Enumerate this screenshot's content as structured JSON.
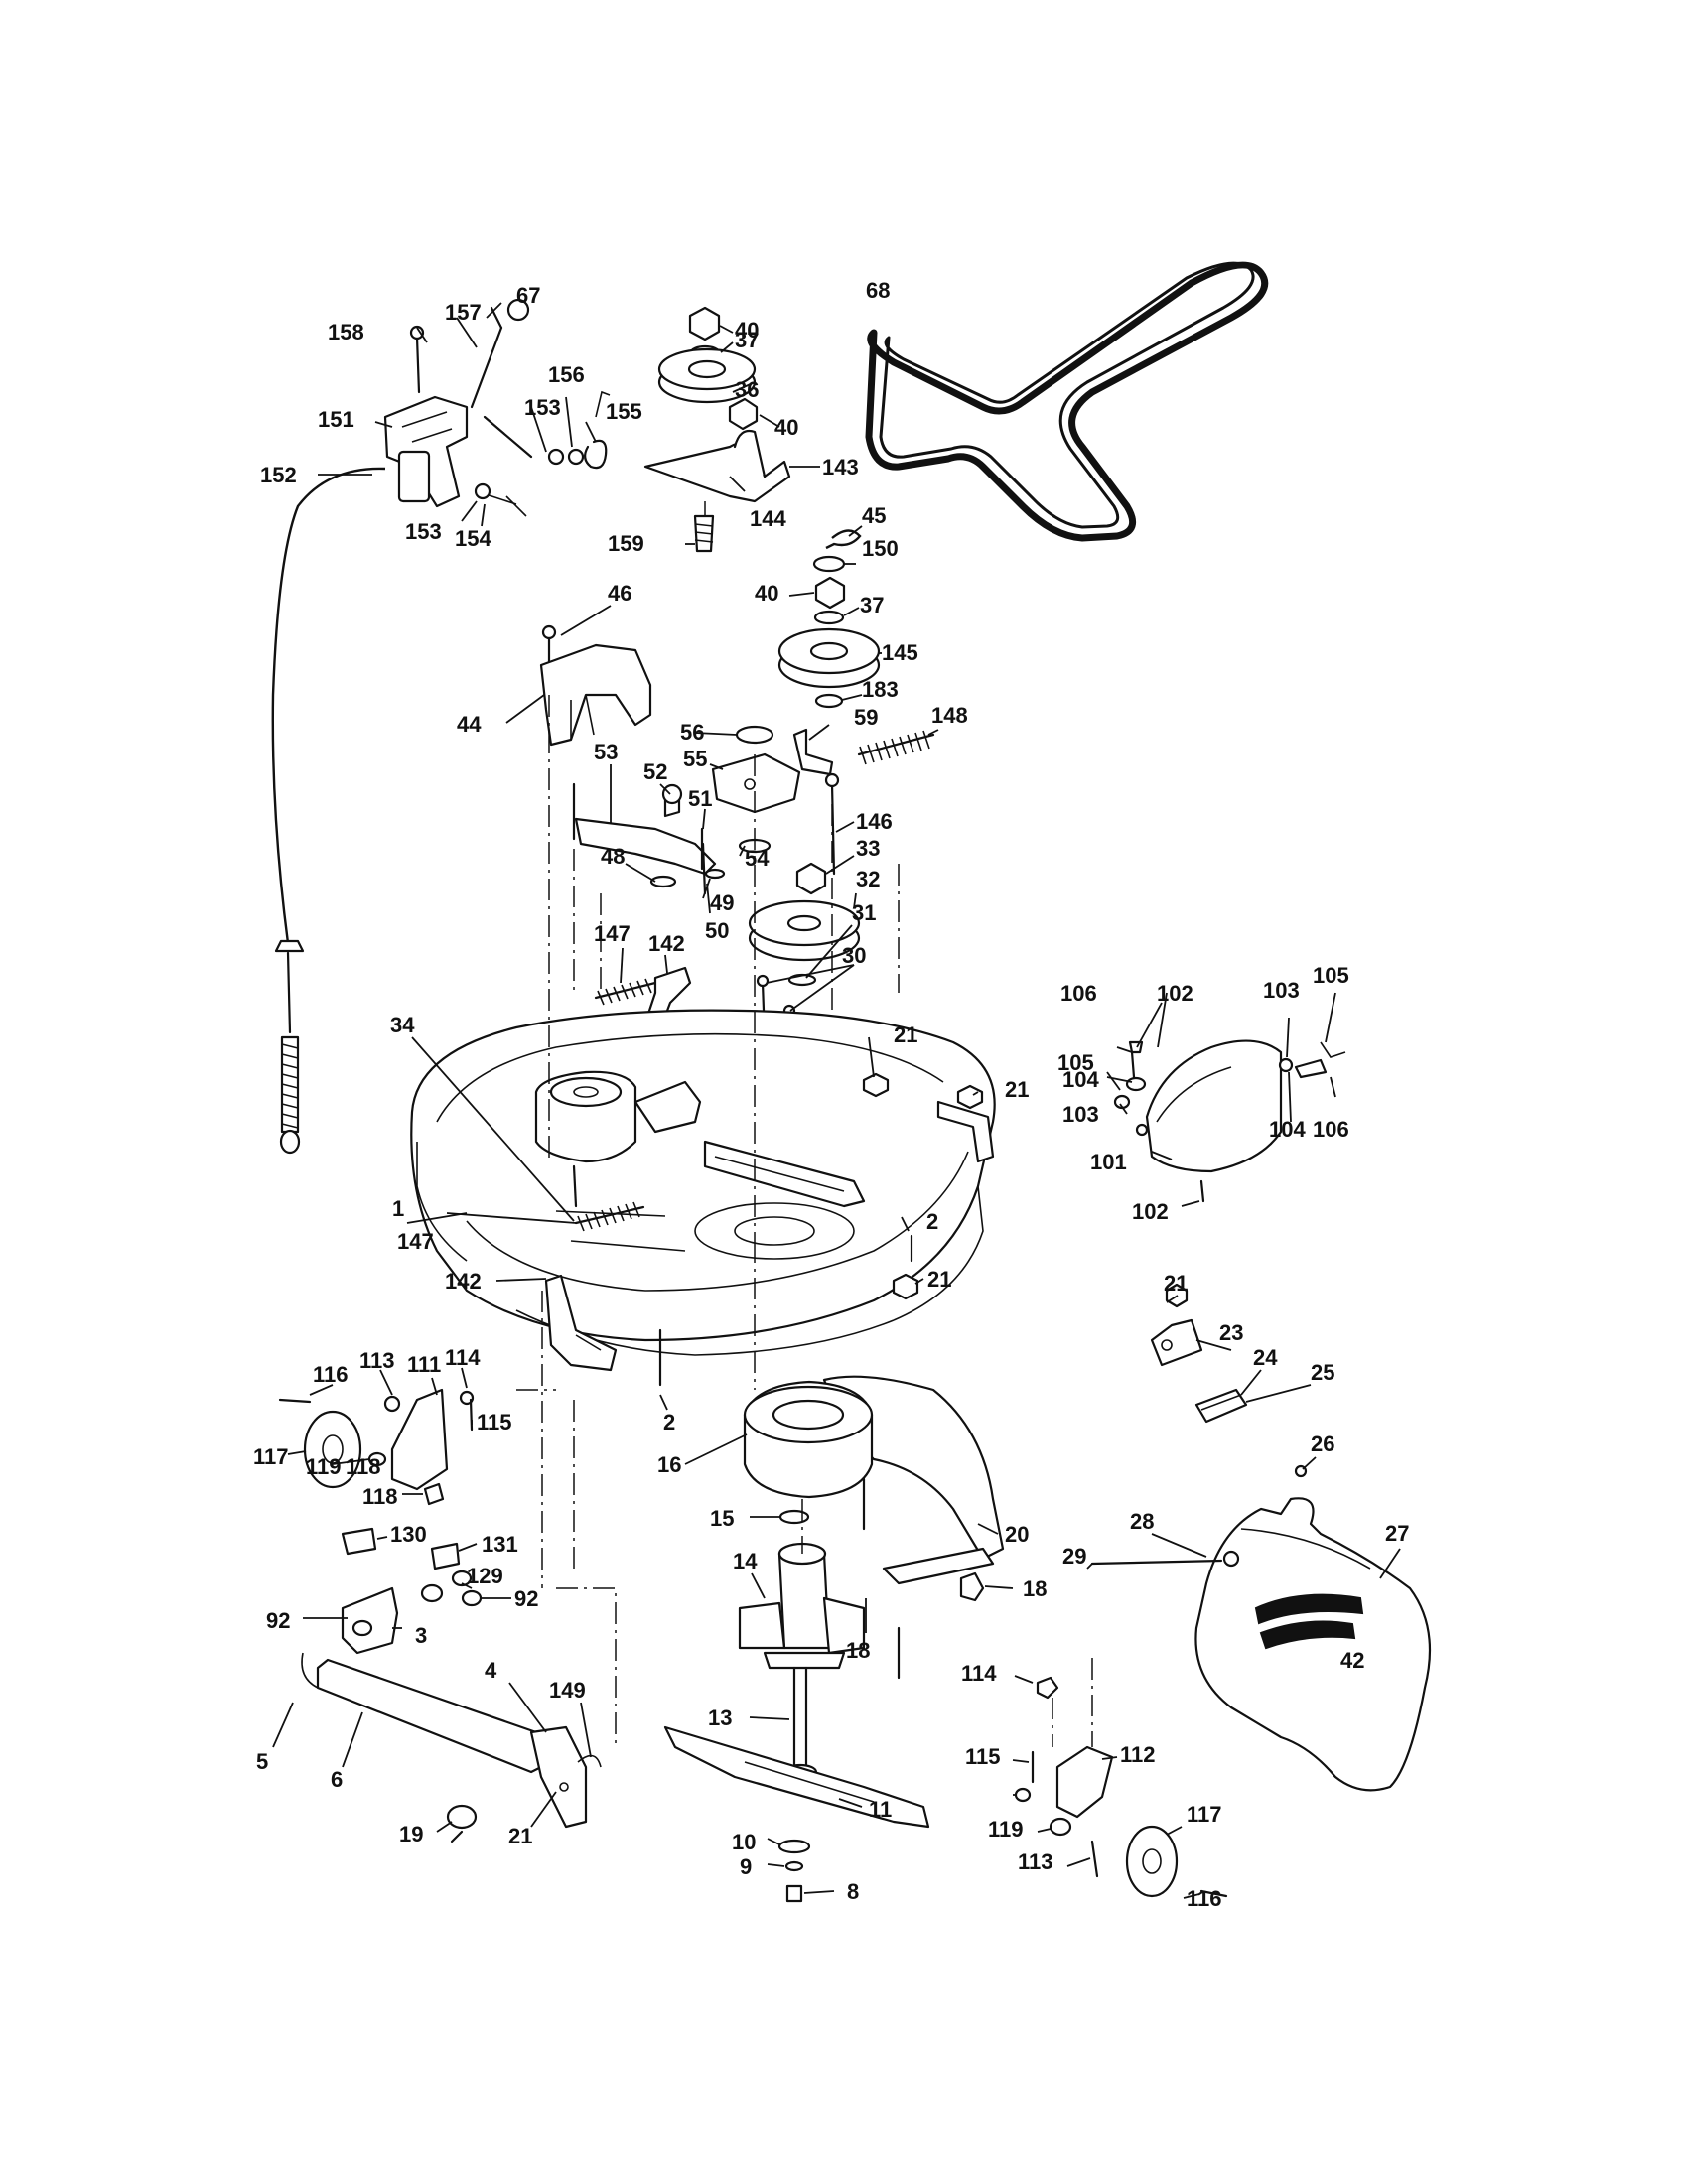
{
  "callouts": {
    "c1": "1",
    "c2a": "2",
    "c2b": "2",
    "c3": "3",
    "c4": "4",
    "c5": "5",
    "c6": "6",
    "c8": "8",
    "c9": "9",
    "c10": "10",
    "c11": "11",
    "c13": "13",
    "c14": "14",
    "c15": "15",
    "c16": "16",
    "c18a": "18",
    "c18b": "18",
    "c19": "19",
    "c20": "20",
    "c21a": "21",
    "c21b": "21",
    "c21c": "21",
    "c21d": "21",
    "c21e": "21",
    "c23": "23",
    "c24": "24",
    "c25": "25",
    "c26": "26",
    "c27": "27",
    "c28": "28",
    "c29": "29",
    "c30": "30",
    "c31": "31",
    "c32": "32",
    "c33": "33",
    "c34": "34",
    "c36": "36",
    "c37a": "37",
    "c37b": "37",
    "c40a": "40",
    "c40b": "40",
    "c40c": "40",
    "c44": "44",
    "c45": "45",
    "c46": "46",
    "c48": "48",
    "c49": "49",
    "c50": "50",
    "c51": "51",
    "c52": "52",
    "c53": "53",
    "c54": "54",
    "c55": "55",
    "c56": "56",
    "c59": "59",
    "c67": "67",
    "c68": "68",
    "c92a": "92",
    "c92b": "92",
    "c101": "101",
    "c102a": "102",
    "c102b": "102",
    "c103a": "103",
    "c103b": "103",
    "c104a": "104",
    "c104b": "104",
    "c105a": "105",
    "c105b": "105",
    "c106a": "106",
    "c106b": "106",
    "c111": "111",
    "c112": "112",
    "c113a": "113",
    "c113b": "113",
    "c114a": "114",
    "c114b": "114",
    "c115a": "115",
    "c115b": "115",
    "c116a": "116",
    "c116b": "116",
    "c117a": "117",
    "c117b": "117",
    "c118a": "118",
    "c118b": "118",
    "c119a": "119",
    "c119b": "119",
    "c129": "129",
    "c130": "130",
    "c131": "131",
    "c142a": "142",
    "c142b": "142",
    "c143": "143",
    "c144": "144",
    "c145": "145",
    "c146": "146",
    "c147a": "147",
    "c147b": "147",
    "c148": "148",
    "c149": "149",
    "c150": "150",
    "c151": "151",
    "c152": "152",
    "c153a": "153",
    "c153b": "153",
    "c154": "154",
    "c155": "155",
    "c156": "156",
    "c157": "157",
    "c158": "158",
    "c159": "159",
    "c183": "183"
  },
  "deck_badge": "42"
}
